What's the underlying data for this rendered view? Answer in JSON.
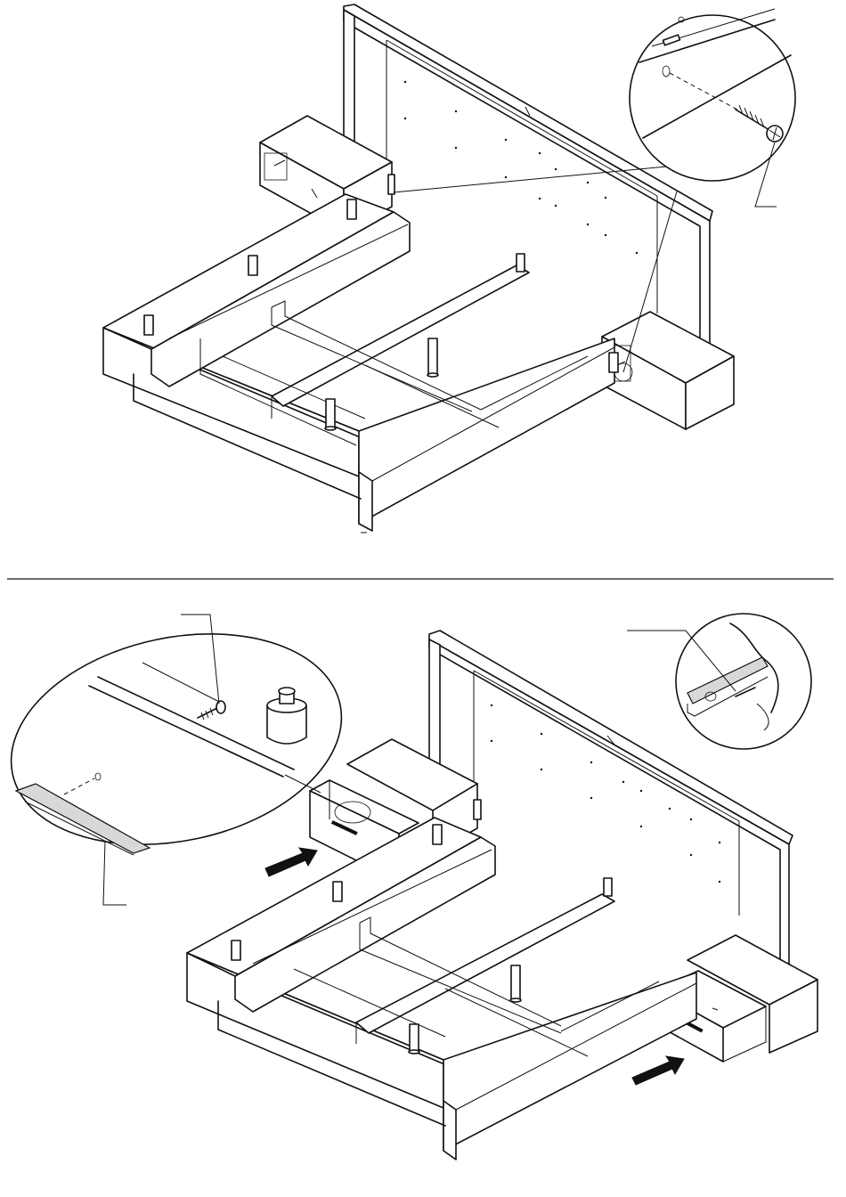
{
  "sheet": {
    "background": "#ffffff",
    "line_color": "#111111"
  },
  "steps": [
    {
      "id": "step-top",
      "content": "bed-frame-with-two-nightstands-screw-fixing"
    },
    {
      "id": "step-bottom",
      "content": "bed-frame-with-two-nightstands-drawer-insertion"
    }
  ],
  "icons": [
    "screw-icon",
    "knob-icon",
    "push-arrow-icon",
    "bolt-icon",
    "drawer-runner-icon"
  ]
}
